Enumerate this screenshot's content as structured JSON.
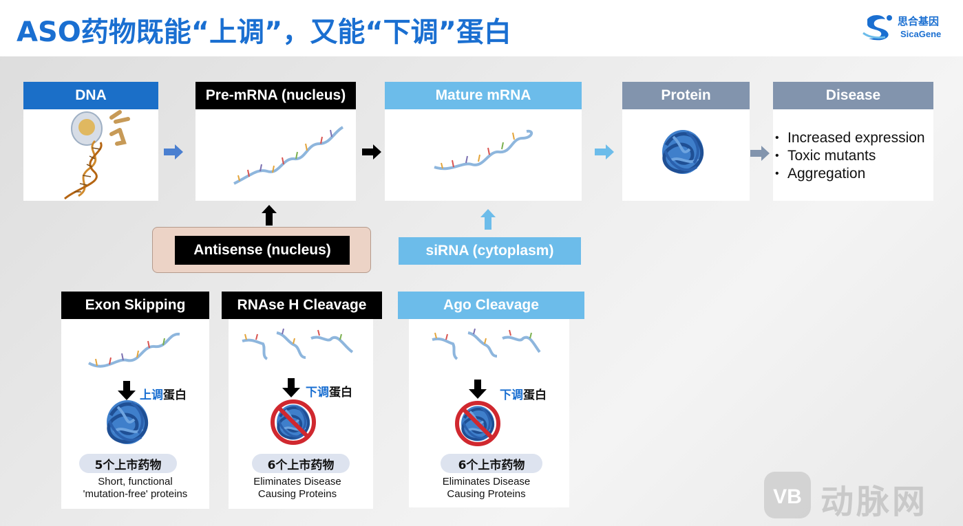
{
  "title": "ASO药物既能“上调”，又能“下调”蛋白",
  "logo": {
    "cn": "思合基因",
    "en": "SicaGene"
  },
  "pipeline": {
    "dna": "DNA",
    "pre_mrna": "Pre-mRNA (nucleus)",
    "mature_mrna": "Mature mRNA",
    "protein": "Protein",
    "disease": "Disease",
    "disease_items": [
      "Increased expression",
      "Toxic mutants",
      "Aggregation"
    ]
  },
  "antisense": "Antisense (nucleus)",
  "sirna": "siRNA (cytoplasm)",
  "mechanisms": [
    {
      "title": "Exon Skipping",
      "reg_kw": "上调",
      "reg_rest": "蛋白",
      "count": "5个上市药物",
      "note_1": "Short, functional",
      "note_2": "'mutation-free' proteins"
    },
    {
      "title": "RNAse H Cleavage",
      "reg_kw": "下调",
      "reg_rest": "蛋白",
      "count": "6个上市药物",
      "note_1": "Eliminates Disease",
      "note_2": "Causing Proteins"
    },
    {
      "title": "Ago Cleavage",
      "reg_kw": "下调",
      "reg_rest": "蛋白",
      "count": "6个上市药物",
      "note_1": "Eliminates Disease",
      "note_2": "Causing Proteins"
    }
  ],
  "watermark": "动脉网",
  "colors": {
    "title_blue": "#1a6fd1",
    "dna_blue": "#1b6fc8",
    "light_blue": "#6cbcea",
    "protein_grey": "#8294ad",
    "antisense_bg": "#ecd3c6",
    "protein_blue": "#2f6db5",
    "no_red": "#d0282f"
  }
}
